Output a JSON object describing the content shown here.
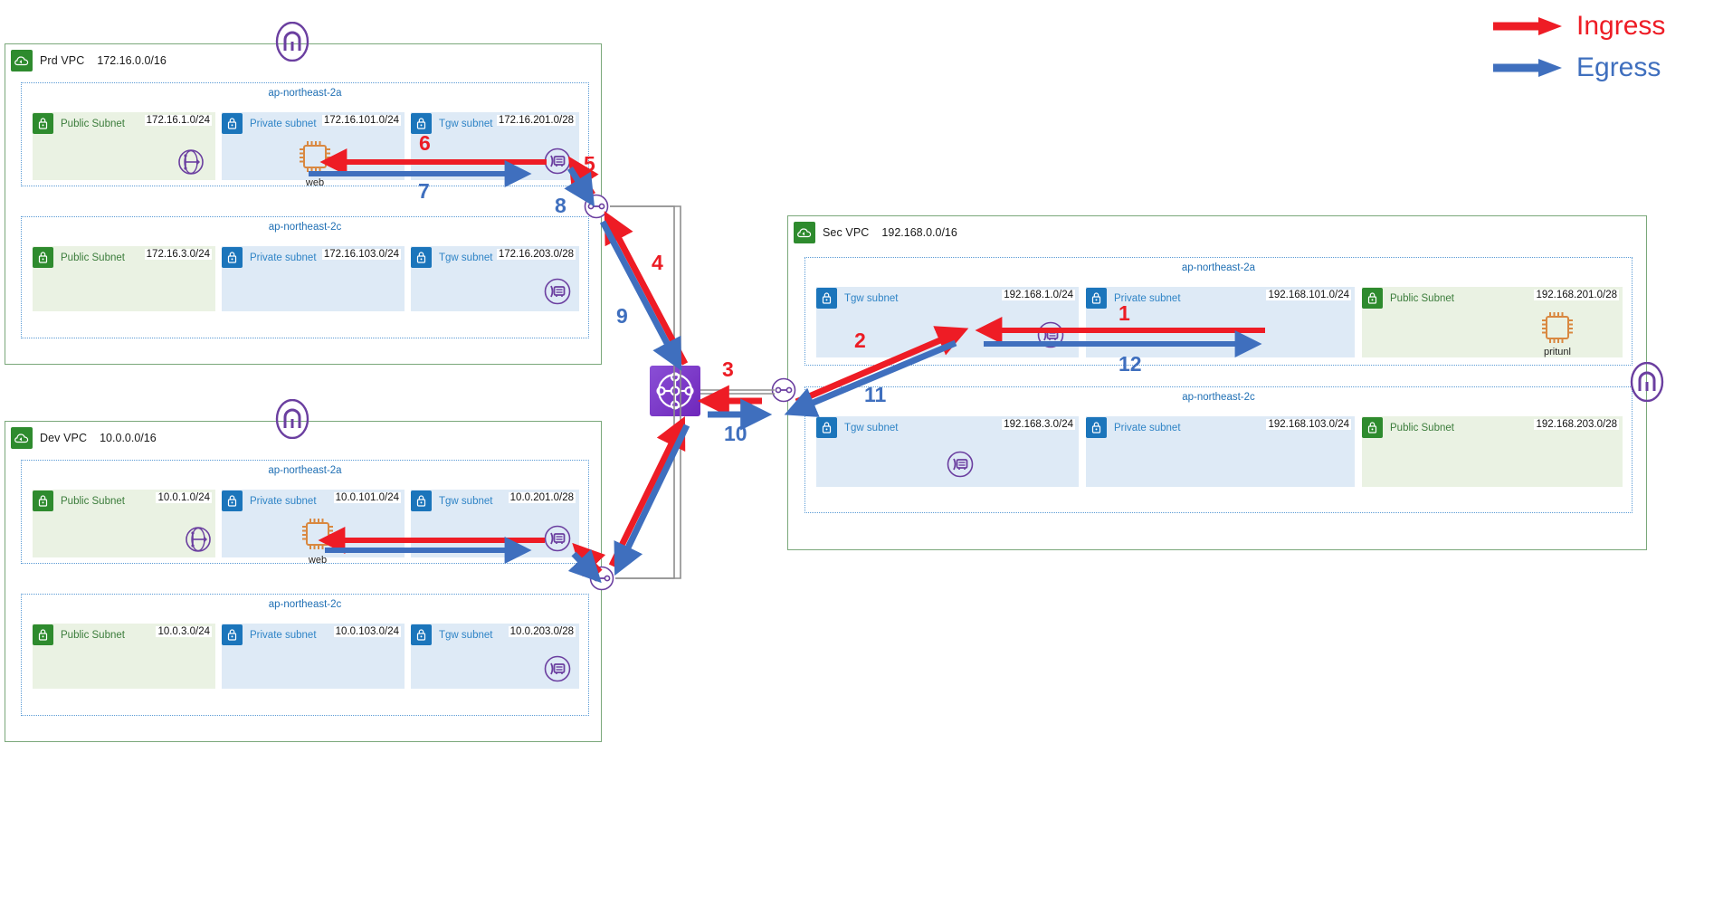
{
  "legend": {
    "items": [
      {
        "label": "Ingress",
        "color": "#ee1c25",
        "icon": "arrow-right-icon"
      },
      {
        "label": "Egress",
        "color": "#3f6fbe",
        "icon": "arrow-right-icon"
      }
    ]
  },
  "vpcs": {
    "prd": {
      "name": "Prd VPC",
      "cidr": "172.16.0.0/16",
      "azs": [
        {
          "label": "ap-northeast-2a",
          "subnets": [
            {
              "kind": "public",
              "title": "Public Subnet",
              "cidr": "172.16.1.0/24",
              "icon": "nat-gateway-icon"
            },
            {
              "kind": "private",
              "title": "Private subnet",
              "cidr": "172.16.101.0/24",
              "icon": "ec2-instance-icon",
              "resource": "web"
            },
            {
              "kind": "private",
              "title": "Tgw subnet",
              "cidr": "172.16.201.0/28",
              "icon": "tgw-attachment-icon"
            }
          ]
        },
        {
          "label": "ap-northeast-2c",
          "subnets": [
            {
              "kind": "public",
              "title": "Public Subnet",
              "cidr": "172.16.3.0/24",
              "icon": ""
            },
            {
              "kind": "private",
              "title": "Private subnet",
              "cidr": "172.16.103.0/24",
              "icon": ""
            },
            {
              "kind": "private",
              "title": "Tgw subnet",
              "cidr": "172.16.203.0/28",
              "icon": "tgw-attachment-icon"
            }
          ]
        }
      ]
    },
    "dev": {
      "name": "Dev VPC",
      "cidr": "10.0.0.0/16",
      "azs": [
        {
          "label": "ap-northeast-2a",
          "subnets": [
            {
              "kind": "public",
              "title": "Public Subnet",
              "cidr": "10.0.1.0/24",
              "icon": "nat-gateway-icon"
            },
            {
              "kind": "private",
              "title": "Private subnet",
              "cidr": "10.0.101.0/24",
              "icon": "ec2-instance-icon",
              "resource": "web"
            },
            {
              "kind": "private",
              "title": "Tgw subnet",
              "cidr": "10.0.201.0/28",
              "icon": "tgw-attachment-icon"
            }
          ]
        },
        {
          "label": "ap-northeast-2c",
          "subnets": [
            {
              "kind": "public",
              "title": "Public Subnet",
              "cidr": "10.0.3.0/24",
              "icon": ""
            },
            {
              "kind": "private",
              "title": "Private subnet",
              "cidr": "10.0.103.0/24",
              "icon": ""
            },
            {
              "kind": "private",
              "title": "Tgw subnet",
              "cidr": "10.0.203.0/28",
              "icon": "tgw-attachment-icon"
            }
          ]
        }
      ]
    },
    "sec": {
      "name": "Sec VPC",
      "cidr": "192.168.0.0/16",
      "azs": [
        {
          "label": "ap-northeast-2a",
          "subnets": [
            {
              "kind": "private",
              "title": "Tgw subnet",
              "cidr": "192.168.1.0/24",
              "icon": "tgw-attachment-icon"
            },
            {
              "kind": "private",
              "title": "Private subnet",
              "cidr": "192.168.101.0/24",
              "icon": ""
            },
            {
              "kind": "public",
              "title": "Public Subnet",
              "cidr": "192.168.201.0/28",
              "icon": "ec2-instance-icon",
              "resource": "pritunl"
            }
          ]
        },
        {
          "label": "ap-northeast-2c",
          "subnets": [
            {
              "kind": "private",
              "title": "Tgw subnet",
              "cidr": "192.168.3.0/24",
              "icon": "tgw-attachment-icon"
            },
            {
              "kind": "private",
              "title": "Private subnet",
              "cidr": "192.168.103.0/24",
              "icon": ""
            },
            {
              "kind": "public",
              "title": "Public Subnet",
              "cidr": "192.168.203.0/28",
              "icon": ""
            }
          ]
        }
      ]
    }
  },
  "gateways": {
    "prd_igw": "internet-gateway-icon",
    "dev_igw": "internet-gateway-icon",
    "sec_igw": "internet-gateway-icon",
    "transit_gateway": "transit-gateway-icon"
  },
  "flow_steps": [
    {
      "n": "1",
      "type": "ingress"
    },
    {
      "n": "2",
      "type": "ingress"
    },
    {
      "n": "3",
      "type": "ingress"
    },
    {
      "n": "4",
      "type": "ingress"
    },
    {
      "n": "5",
      "type": "ingress"
    },
    {
      "n": "6",
      "type": "ingress"
    },
    {
      "n": "7",
      "type": "egress"
    },
    {
      "n": "8",
      "type": "egress"
    },
    {
      "n": "9",
      "type": "egress"
    },
    {
      "n": "10",
      "type": "egress"
    },
    {
      "n": "11",
      "type": "egress"
    },
    {
      "n": "12",
      "type": "egress"
    }
  ],
  "colors": {
    "ingress": "#ee1c25",
    "egress": "#3f6fbe",
    "vpc_border": "#7aa87a",
    "az_border": "#5b9bd5",
    "public_bg": "#eaf2e3",
    "private_bg": "#deeaf6",
    "tgw_purple": "#7d3cc3"
  }
}
